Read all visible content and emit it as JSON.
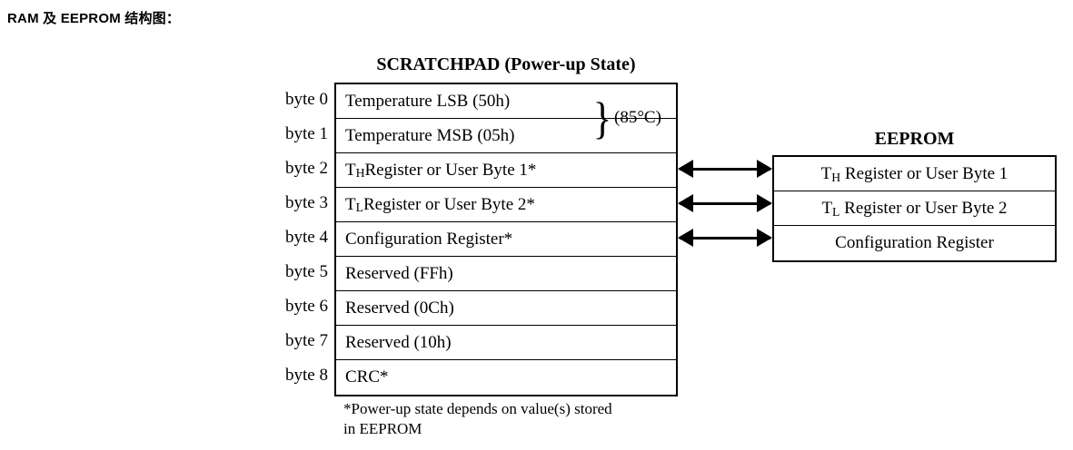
{
  "caption": "RAM 及 EEPROM 结构图：",
  "scratchpad": {
    "title": "SCRATCHPAD (Power-up State)",
    "byte_labels": [
      "byte 0",
      "byte 1",
      "byte 2",
      "byte 3",
      "byte 4",
      "byte 5",
      "byte 6",
      "byte 7",
      "byte 8"
    ],
    "rows": [
      {
        "text": "Temperature LSB  (50h)",
        "sub_before": "",
        "sub": "",
        "text_after": "",
        "star": false
      },
      {
        "text": "Temperature MSB (05h)",
        "sub_before": "",
        "sub": "",
        "text_after": "",
        "star": false
      },
      {
        "text": "",
        "sub_before": "T",
        "sub": "H",
        "text_after": " Register or User Byte 1*",
        "star": true
      },
      {
        "text": "",
        "sub_before": "T",
        "sub": "L",
        "text_after": " Register or User Byte 2*",
        "star": true
      },
      {
        "text": "Configuration Register*",
        "sub_before": "",
        "sub": "",
        "text_after": "",
        "star": true
      },
      {
        "text": "Reserved (FFh)",
        "sub_before": "",
        "sub": "",
        "text_after": "",
        "star": false
      },
      {
        "text": "Reserved (0Ch)",
        "sub_before": "",
        "sub": "",
        "text_after": "",
        "star": false
      },
      {
        "text": "Reserved (10h)",
        "sub_before": "",
        "sub": "",
        "text_after": "",
        "star": false
      },
      {
        "text": "CRC*",
        "sub_before": "",
        "sub": "",
        "text_after": "",
        "star": true
      }
    ]
  },
  "temperature_annotation": {
    "brace": "}",
    "value": "(85°C)"
  },
  "eeprom": {
    "title": "EEPROM",
    "rows": [
      {
        "sub_before": "T",
        "sub": "H",
        "text_after": " Register or User Byte 1",
        "text": ""
      },
      {
        "sub_before": "T",
        "sub": "L",
        "text_after": " Register or User Byte 2",
        "text": ""
      },
      {
        "sub_before": "",
        "sub": "",
        "text_after": "",
        "text": "Configuration Register"
      }
    ]
  },
  "arrows": {
    "count": 3,
    "type": "double-headed"
  },
  "footnote": "*Power-up state depends on value(s) stored\nin EEPROM",
  "colors": {
    "ink": "#000000",
    "background": "#ffffff"
  }
}
